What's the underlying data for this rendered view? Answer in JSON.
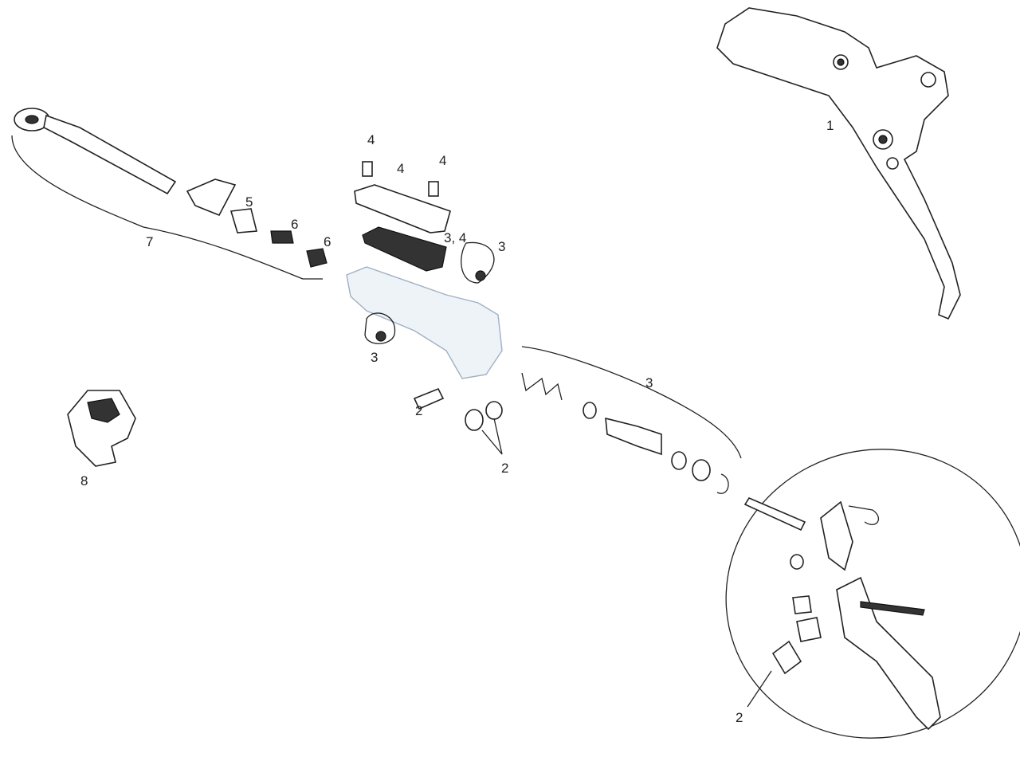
{
  "diagram": {
    "title": "Hydraulic brake lever exploded view",
    "callouts": [
      {
        "id": "c1",
        "text": "1"
      },
      {
        "id": "c4a",
        "text": "4"
      },
      {
        "id": "c4b",
        "text": "4"
      },
      {
        "id": "c4c",
        "text": "4"
      },
      {
        "id": "c5",
        "text": "5"
      },
      {
        "id": "c6a",
        "text": "6"
      },
      {
        "id": "c6b",
        "text": "6"
      },
      {
        "id": "c7",
        "text": "7"
      },
      {
        "id": "c34",
        "text": "3, 4"
      },
      {
        "id": "c3a",
        "text": "3"
      },
      {
        "id": "c3b",
        "text": "3"
      },
      {
        "id": "c3c",
        "text": "3"
      },
      {
        "id": "c2a",
        "text": "2"
      },
      {
        "id": "c2b",
        "text": "2"
      },
      {
        "id": "c8",
        "text": "8"
      },
      {
        "id": "c2c",
        "text": "2"
      }
    ]
  }
}
